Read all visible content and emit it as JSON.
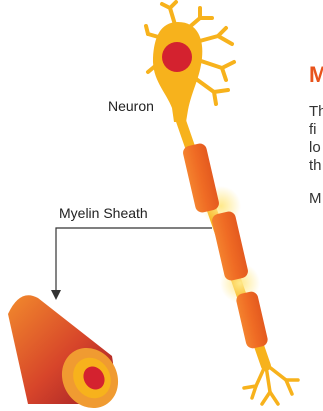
{
  "labels": {
    "neuron": "Neuron",
    "myelin_sheath": "Myelin Sheath"
  },
  "side_text": {
    "heading_fragment": "M",
    "lines": [
      "Th",
      "fi",
      "lo",
      "th",
      "M"
    ]
  },
  "colors": {
    "neuron_body": "#f7b21c",
    "nucleus": "#d4222f",
    "myelin": "#ee6a25",
    "glow": "#ffd86a",
    "connector_line": "#333333",
    "heading": "#e8531b"
  }
}
